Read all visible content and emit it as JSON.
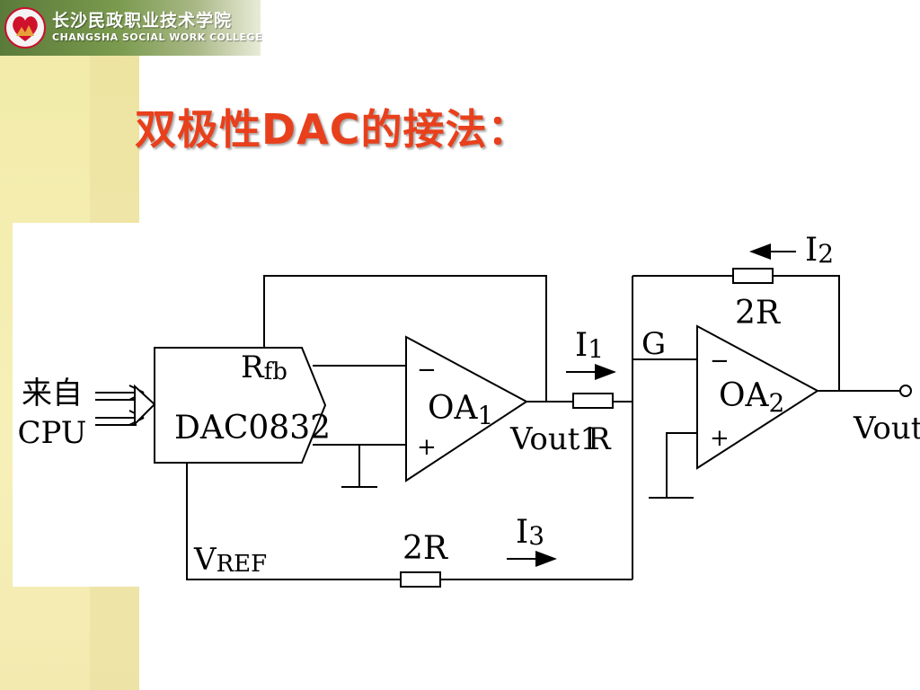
{
  "header": {
    "college_cn": "长沙民政职业技术学院",
    "college_en": "CHANGSHA SOCIAL WORK COLLEGE",
    "logo": "heart-logo-icon"
  },
  "title": "双极性DAC的接法：",
  "colors": {
    "title": "#e8401c",
    "header_band": "#6b8a44",
    "side_band": "#f4eeb4",
    "lines": "#000000"
  },
  "diagram": {
    "source_label_line1": "来自",
    "source_label_line2": "CPU",
    "dac": {
      "name": "DAC0832",
      "rfb_main": "R",
      "rfb_sub": "fb"
    },
    "oa1": {
      "name": "OA",
      "sub": "1",
      "minus": "−",
      "plus": "+"
    },
    "oa2": {
      "name": "OA",
      "sub": "2",
      "minus": "−",
      "plus": "+"
    },
    "vout1": "Vout1",
    "r_label": "R",
    "g_label": "G",
    "i1": {
      "main": "I",
      "sub": "1"
    },
    "i2": {
      "main": "I",
      "sub": "2"
    },
    "i3": {
      "main": "I",
      "sub": "3"
    },
    "feedback_resistor": "2R",
    "vref_resistor": "2R",
    "vref": {
      "main": "V",
      "sub": "REF"
    },
    "vout": "Vout"
  }
}
